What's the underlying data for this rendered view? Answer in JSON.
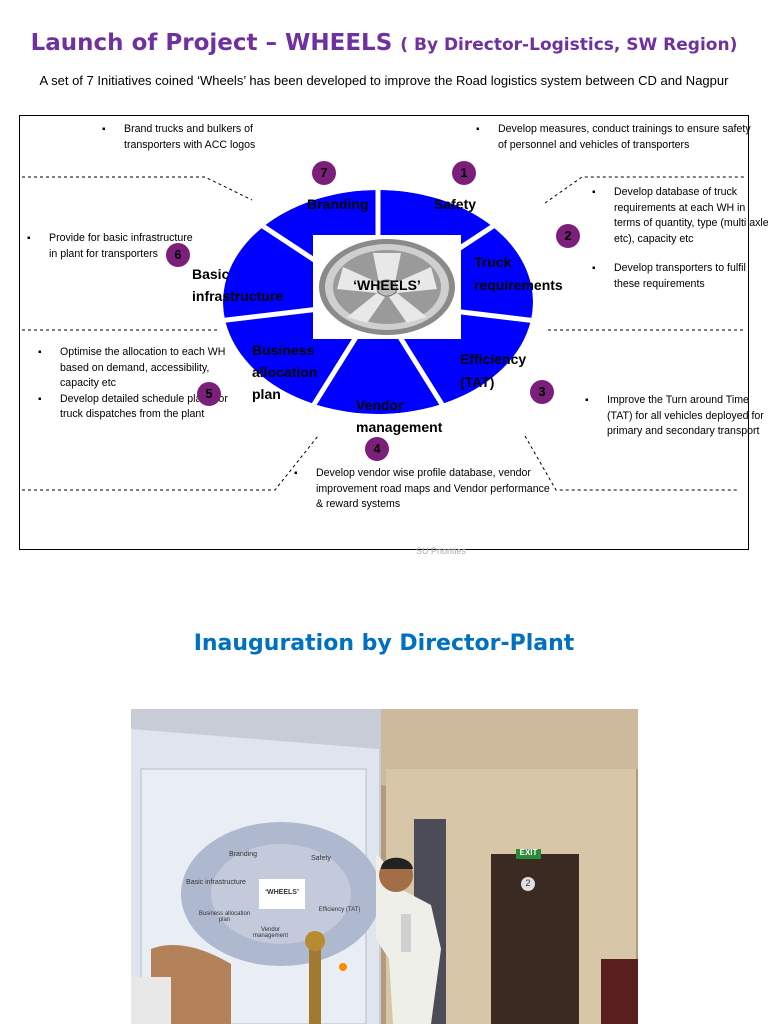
{
  "title": {
    "main": "Launch of Project – WHEELS",
    "by": "( By Director-Logistics, SW Region)"
  },
  "subtitle": "A set of 7 Initiatives  coined ‘Wheels’ has been developed to improve the Road logistics system between CD and Nagpur",
  "hub_label": "‘WHEELS’",
  "segments": [
    {
      "num": "1",
      "label": "Safety"
    },
    {
      "num": "2",
      "label": "Truck requirements"
    },
    {
      "num": "3",
      "label": "Efficiency (TAT)"
    },
    {
      "num": "4",
      "label": "Vendor management"
    },
    {
      "num": "5",
      "label": "Business allocation plan"
    },
    {
      "num": "6",
      "label": "Basic infrastructure"
    },
    {
      "num": "7",
      "label": "Branding"
    }
  ],
  "notes": {
    "branding": [
      "Brand trucks and bulkers of transporters with ACC logos"
    ],
    "safety": [
      "Develop measures, conduct trainings to ensure safety of personnel and vehicles of transporters"
    ],
    "truck": [
      "Develop database of truck requirements at each WH in terms of quantity, type (multi axle etc), capacity etc",
      "Develop transporters to fulfil these requirements"
    ],
    "infra": [
      "Provide for basic infrastructure in plant for transporters"
    ],
    "business": [
      "Optimise the allocation to each WH based on demand, accessibility, capacity etc",
      "Develop detailed schedule plans for truck dispatches from the plant"
    ],
    "efficiency": [
      "Improve the Turn around Time (TAT) for all vehicles deployed for primary and secondary transport"
    ],
    "vendor": [
      "Develop vendor wise profile database, vendor improvement road maps and Vendor performance & reward systems"
    ]
  },
  "footnote": "SU Priorities",
  "heading2": "Inauguration by Director-Plant",
  "photo": {
    "exit_sign": "EXIT",
    "door_number": "2",
    "screen_labels": [
      "Branding",
      "Safety",
      "Basic infrastructure",
      "‘WHEELS’",
      "Business allocation plan",
      "Efficiency (TAT)",
      "Vendor management"
    ]
  },
  "colors": {
    "title": "#7030a0",
    "heading2": "#0070c0",
    "wheel": "#0000ff",
    "number_circle": "#7b1f7b"
  }
}
